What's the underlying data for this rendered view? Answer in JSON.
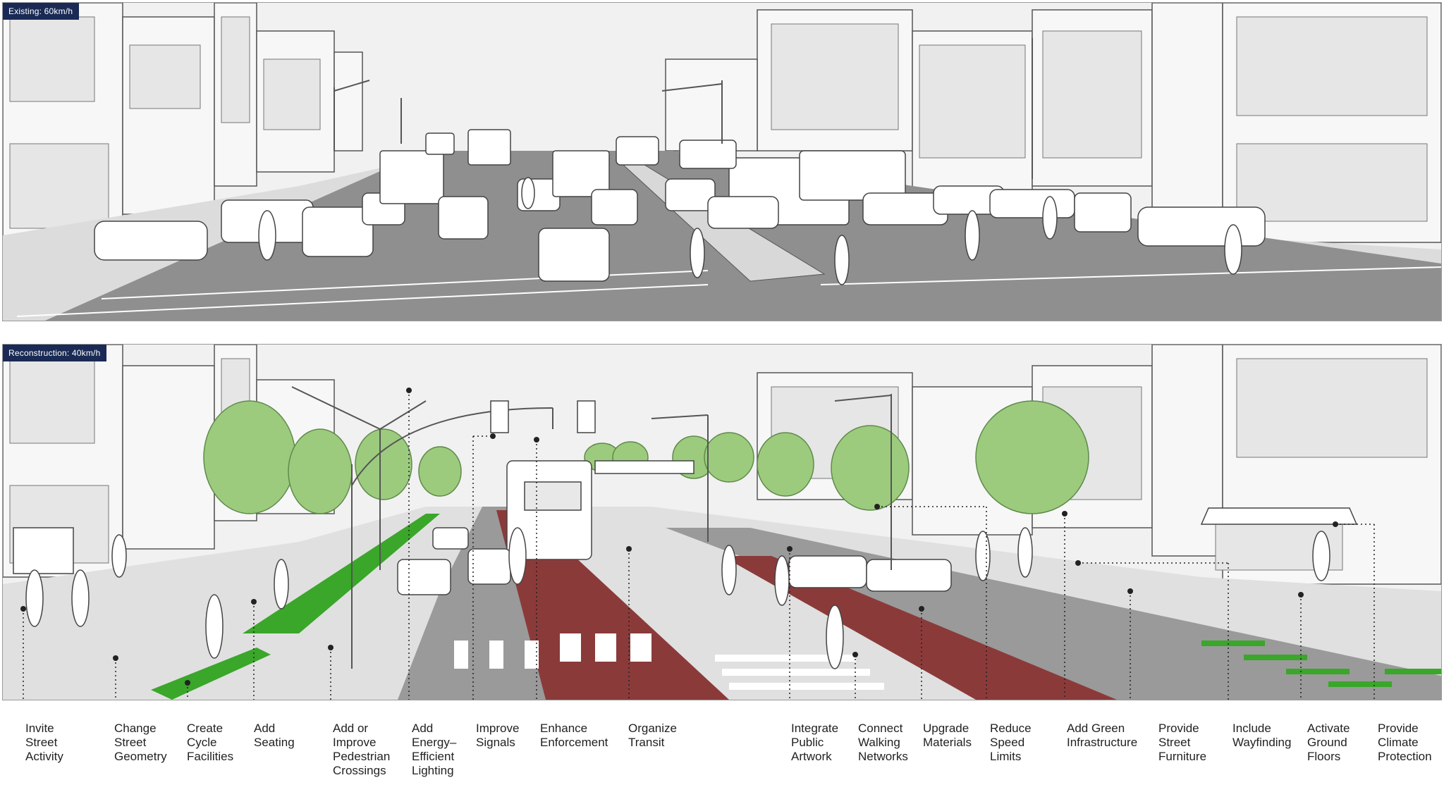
{
  "panels": {
    "existing": {
      "label": "Existing: 60km/h"
    },
    "reconstruction": {
      "label": "Reconstruction: 40km/h"
    }
  },
  "colors": {
    "road": "#8f8f8f",
    "transit_lane": "#8b3a3a",
    "green": "#3aa62a",
    "tree": "#9ccb7e",
    "tag_bg": "#1a2a55"
  },
  "interventions": [
    {
      "lines": [
        "Invite",
        "Street",
        "Activity"
      ]
    },
    {
      "lines": [
        "Change",
        "Street",
        "Geometry"
      ]
    },
    {
      "lines": [
        "Create",
        "Cycle",
        "Facilities"
      ]
    },
    {
      "lines": [
        "Add",
        "Seating"
      ]
    },
    {
      "lines": [
        "Add or",
        "Improve",
        "Pedestrian",
        "Crossings"
      ]
    },
    {
      "lines": [
        "Add",
        "Energy–",
        "Efficient",
        "Lighting"
      ]
    },
    {
      "lines": [
        "Improve",
        "Signals"
      ]
    },
    {
      "lines": [
        "Enhance",
        "Enforcement"
      ]
    },
    {
      "lines": [
        "Organize",
        "Transit"
      ]
    },
    {
      "lines": [
        "Integrate",
        "Public",
        "Artwork"
      ]
    },
    {
      "lines": [
        "Connect",
        "Walking",
        "Networks"
      ]
    },
    {
      "lines": [
        "Upgrade",
        "Materials"
      ]
    },
    {
      "lines": [
        "Reduce",
        "Speed",
        "Limits"
      ]
    },
    {
      "lines": [
        "Add Green",
        "Infrastructure"
      ]
    },
    {
      "lines": [
        "Provide",
        "Street",
        "Furniture"
      ]
    },
    {
      "lines": [
        "Include",
        "Wayfinding"
      ]
    },
    {
      "lines": [
        "Activate",
        "Ground",
        "Floors"
      ]
    },
    {
      "lines": [
        "Provide",
        "Climate",
        "Protection"
      ]
    }
  ]
}
